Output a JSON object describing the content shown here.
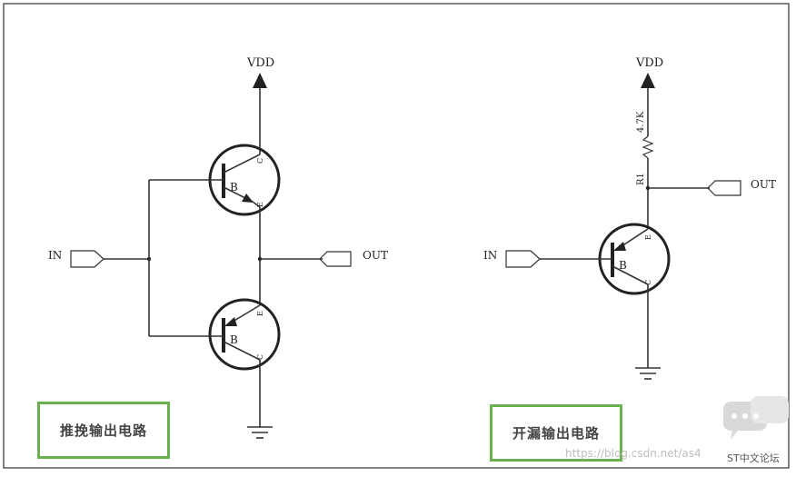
{
  "push_pull": {
    "vdd": "VDD",
    "in": "IN",
    "out": "OUT",
    "q1_pins": {
      "b": "B",
      "c": "C",
      "e": "E"
    },
    "q2_pins": {
      "b": "B",
      "e": "E",
      "c": "C"
    },
    "caption": "推挽输出电路"
  },
  "open_drain": {
    "vdd": "VDD",
    "resistor_value": "4.7K",
    "resistor_name": "R1",
    "in": "IN",
    "out": "OUT",
    "q_pins": {
      "b": "B",
      "e": "E",
      "c": "C"
    },
    "caption": "开漏输出电路"
  },
  "watermark": {
    "url": "https://blog.csdn.net/as4",
    "forum": "ST中文论坛"
  },
  "colors": {
    "caption_border": "#6ab04c",
    "forum_icon": "#d9d9d9"
  }
}
